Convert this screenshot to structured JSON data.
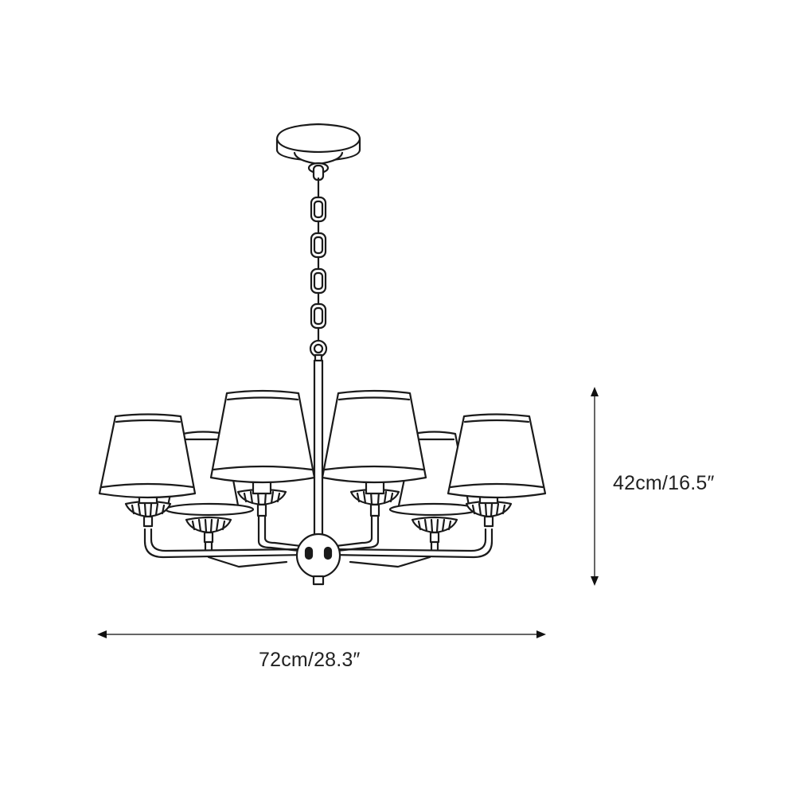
{
  "diagram": {
    "subject": "six-arm chandelier with tapered lamp shades",
    "line_color": "#1a1a1a",
    "background": "#ffffff",
    "dimensions": {
      "height": {
        "label": "42cm/16.5″",
        "metric": "42cm",
        "imperial": "16.5″"
      },
      "width": {
        "label": "72cm/28.3″",
        "metric": "72cm",
        "imperial": "28.3″"
      }
    },
    "parts": [
      "ceiling-canopy",
      "chain",
      "stem",
      "center-ball",
      "arms",
      "candle-cups",
      "lamp-shades"
    ],
    "shade_count": 6
  }
}
